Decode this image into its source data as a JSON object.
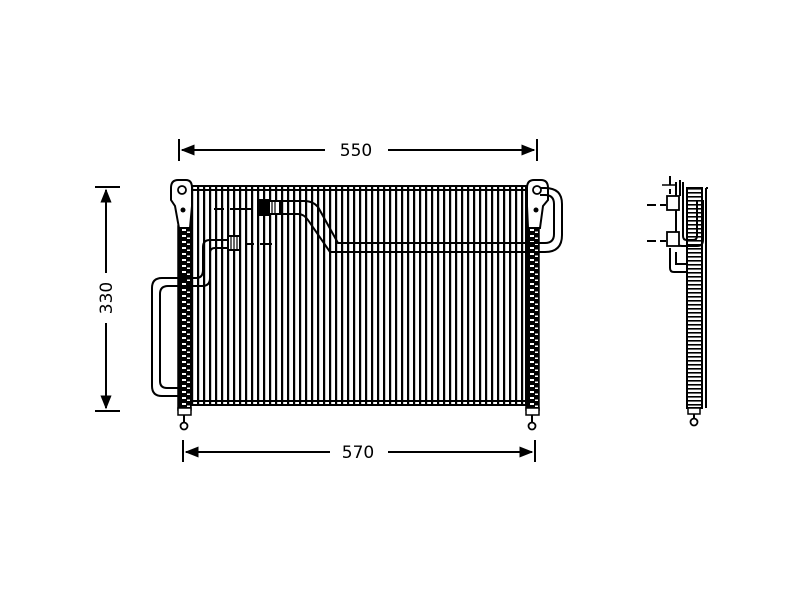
{
  "dimensions": {
    "top_width": "550",
    "bottom_width": "570",
    "height": "330"
  },
  "colors": {
    "line": "#000000",
    "background": "#ffffff"
  }
}
